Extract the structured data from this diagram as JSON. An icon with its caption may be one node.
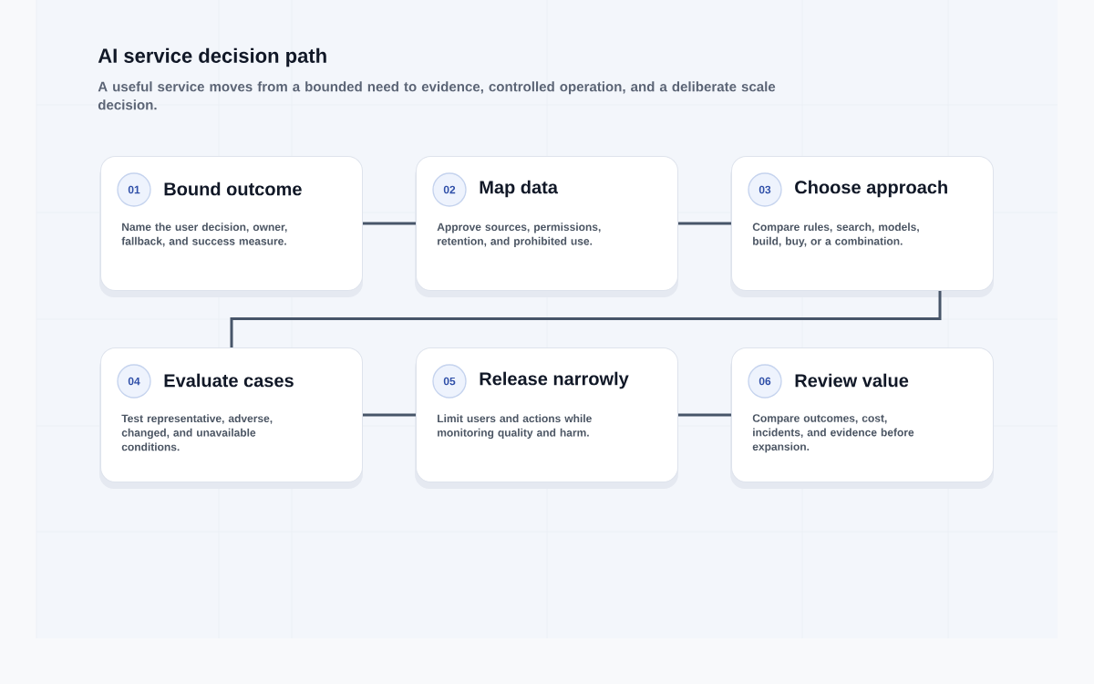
{
  "diagram": {
    "title": "AI service decision path",
    "caption": "A useful service moves from a bounded need to evidence, controlled operation, and a deliberate scale decision.",
    "nodes": [
      {
        "text": [
          "Bound outcome",
          "Name the user decision, owner, fallback, and success measure."
        ]
      },
      {
        "text": [
          "01"
        ],
        "in": 0
      },
      {
        "text": [
          "Map data",
          "Approve sources, permissions, retention, and prohibited use."
        ]
      },
      {
        "text": [
          "02"
        ],
        "in": 2
      },
      {
        "text": [
          "Choose approach",
          "Compare rules, search, models, build, buy, or a combination."
        ]
      },
      {
        "text": [
          "03"
        ],
        "in": 4
      },
      {
        "text": [
          "Evaluate cases",
          "Test representative, adverse, changed, and unavailable conditions."
        ]
      },
      {
        "text": [
          "04"
        ],
        "in": 6
      },
      {
        "text": [
          "Release narrowly",
          "Limit users and actions while monitoring quality and harm."
        ]
      },
      {
        "text": [
          "05"
        ],
        "in": 8
      },
      {
        "text": [
          "Review value",
          "Compare outcomes, cost, incidents, and evidence before expansion."
        ]
      },
      {
        "text": [
          "06"
        ],
        "in": 10
      }
    ],
    "edges": [
      {
        "from": 0,
        "to": 2,
        "arrow": "none"
      },
      {
        "from": 2,
        "to": 4,
        "arrow": "none"
      },
      {
        "from": 4,
        "to": 6,
        "arrow": "none"
      },
      {
        "from": 6,
        "to": 8,
        "arrow": "none"
      },
      {
        "from": 8,
        "to": 10,
        "arrow": "none"
      }
    ]
  }
}
